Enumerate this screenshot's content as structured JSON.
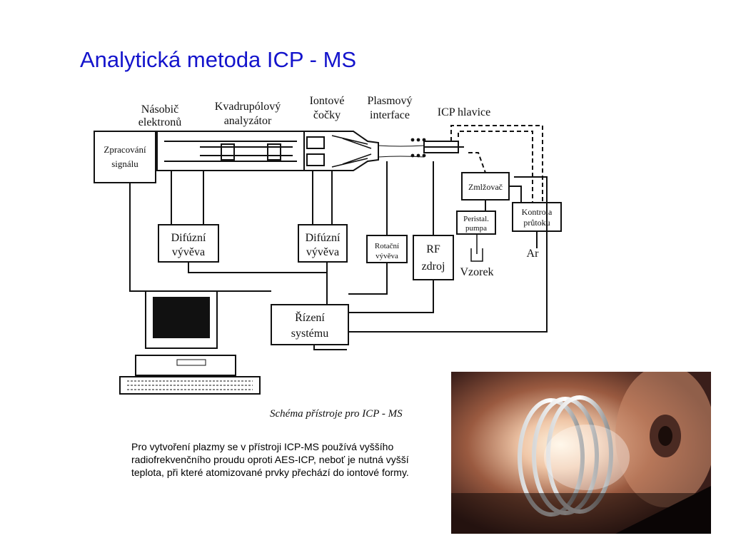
{
  "title": "Analytická metoda ICP - MS",
  "diagram": {
    "labels": {
      "nasobic_1": "Násobič",
      "nasobic_2": "elektronů",
      "kvadrupol_1": "Kvadrupólový",
      "kvadrupol_2": "analyzátor",
      "iontove_1": "Iontové",
      "iontove_2": "čočky",
      "plasmovy_1": "Plasmový",
      "plasmovy_2": "interface",
      "icp_hlavice": "ICP hlavice",
      "zpracovani_1": "Zpracování",
      "zpracovani_2": "signálu",
      "difuzni1_1": "Difúzní",
      "difuzni1_2": "vývěva",
      "difuzni2_1": "Difúzní",
      "difuzni2_2": "vývěva",
      "rotacni_1": "Rotační",
      "rotacni_2": "vývěva",
      "rf_1": "RF",
      "rf_2": "zdroj",
      "zmlzovac": "Zmlžovač",
      "peristal_1": "Peristal.",
      "peristal_2": "pumpa",
      "vzorek": "Vzorek",
      "kontrola_1": "Kontrola",
      "kontrola_2": "průtoku",
      "ar": "Ar",
      "rizeni_1": "Řízení",
      "rizeni_2": "systému"
    }
  },
  "caption": "Schéma přístroje pro ICP - MS",
  "paragraph": "Pro vytvoření plazmy se v přístroji ICP-MS používá vyššího radiofrekvenčního proudu oproti AES-ICP, neboť je nutná vyšší teplota, při které atomizované prvky přechází do iontové formy."
}
